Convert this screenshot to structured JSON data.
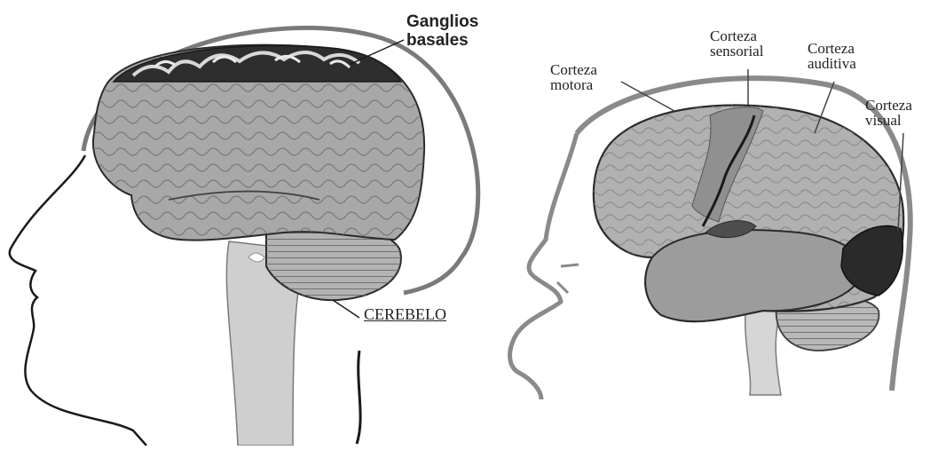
{
  "left_figure": {
    "labels": {
      "ganglios_line1": "Ganglios",
      "ganglios_line2": "basales",
      "cerebelo": "CEREBELO"
    }
  },
  "right_figure": {
    "labels": {
      "motora_line1": "Corteza",
      "motora_line2": "motora",
      "sensorial_line1": "Corteza",
      "sensorial_line2": "sensorial",
      "auditiva_line1": "Corteza",
      "auditiva_line2": "auditiva",
      "visual_line1": "Corteza",
      "visual_line2": "visual"
    }
  },
  "colors": {
    "outline": "#2a2a2a",
    "head_arc": "#6a6a6a",
    "brain_fill": "#a9a9a9",
    "sensory_fill": "#8e8e8e",
    "visual_fill": "#2c2c2c",
    "stem_fill": "#d0d0d0",
    "cerebellum_fill": "#b5b5b5"
  }
}
